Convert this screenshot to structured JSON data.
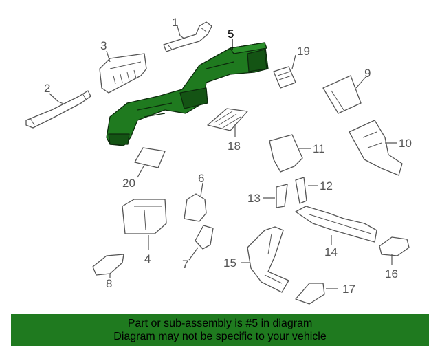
{
  "diagram": {
    "highlight_color": "#1f7a1f",
    "highlighted_part": "5",
    "callouts": {
      "c1": "1",
      "c2": "2",
      "c3": "3",
      "c4": "4",
      "c5": "5",
      "c6": "6",
      "c7": "7",
      "c8": "8",
      "c9": "9",
      "c10": "10",
      "c11": "11",
      "c12": "12",
      "c13": "13",
      "c14": "14",
      "c15": "15",
      "c16": "16",
      "c17": "17",
      "c18": "18",
      "c19": "19",
      "c20": "20"
    }
  },
  "banner": {
    "line1": "Part or sub-assembly is #5 in diagram",
    "line2": "Diagram may not be specific to your vehicle",
    "background": "#1f7a1f"
  }
}
